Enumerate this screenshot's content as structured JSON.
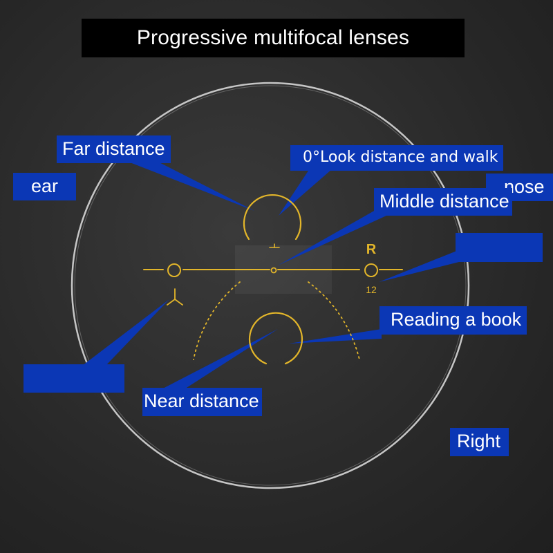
{
  "title": "Progressive multifocal lenses",
  "labels": {
    "far_distance": "Far distance",
    "look_distance_walk": "0°Look distance and walk",
    "ear": "ear",
    "nose": "nose",
    "middle_distance": "Middle distance",
    "reading_book": "Reading a book",
    "near_distance": "Near distance",
    "right": "Right"
  },
  "lens_marks": {
    "side_letter": "R",
    "number": "12"
  },
  "colors": {
    "background": "#2b2b2b",
    "label_fill": "#0b37b5",
    "label_text": "#ffffff",
    "marking_gold": "#e3b62a",
    "lens_edge": "#d8d8d8",
    "title_fill": "#000000"
  }
}
